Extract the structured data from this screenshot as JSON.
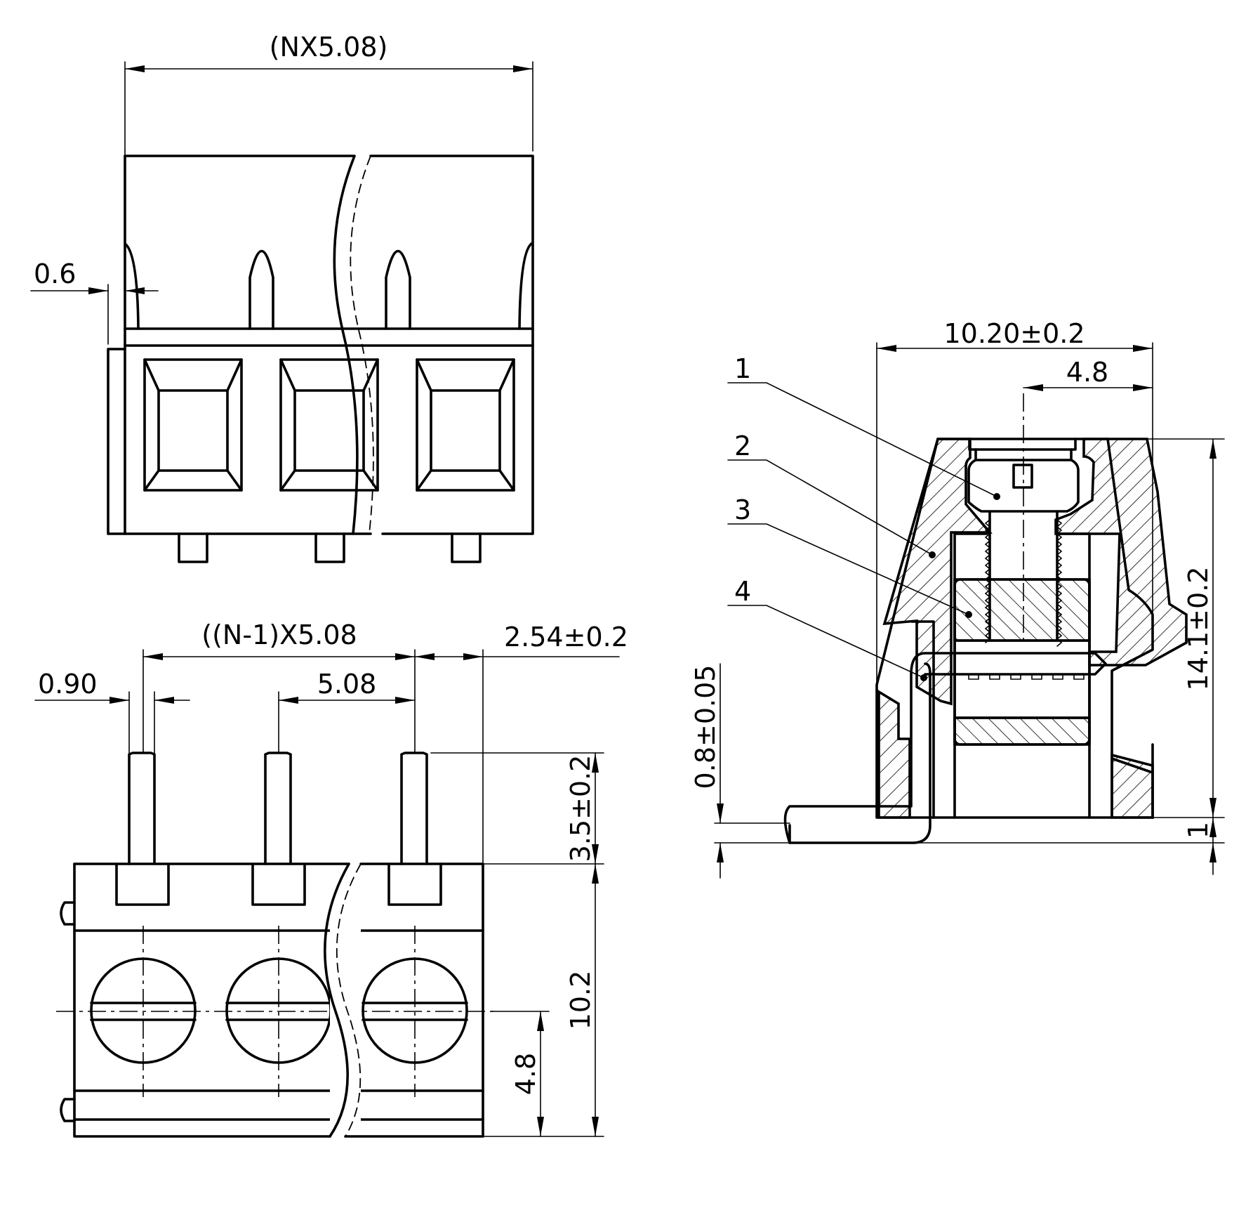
{
  "dimensions": {
    "overall_width": "(NX5.08)",
    "wall": "0.6",
    "pin_span": "((N-1)X5.08",
    "pin_offset": "2.54±0.2",
    "pin_width": "0.90",
    "pitch": "5.08",
    "pin_length": "3.5±0.2",
    "body_depth": "10.2",
    "screw_height": "4.8",
    "side_width": "10.20±0.2",
    "side_screw_offset": "4.8",
    "side_height": "14.1±0.2",
    "pin_thickness": "0.8±0.05",
    "standoff": "1"
  },
  "callouts": [
    "1",
    "2",
    "3",
    "4"
  ]
}
